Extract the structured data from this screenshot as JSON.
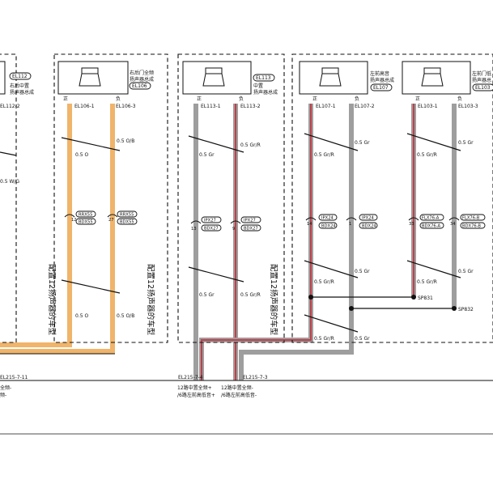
{
  "colors": {
    "orange": "#f0b46a",
    "gray": "#9e9e9e",
    "red": "#c0404a",
    "black": "#111111"
  },
  "modules": {
    "el112": {
      "tag": "EL112",
      "name_line1": "右后中置",
      "name_line2": "扬声器总成",
      "pin": "EL112-2"
    },
    "el106": {
      "tag": "EL106",
      "name_line1": "右后门全频",
      "name_line2": "扬声器总成",
      "pos": "正",
      "neg": "负",
      "pin_left": "EL106-1",
      "pin_right": "EL106-3"
    },
    "el113": {
      "tag": "EL113",
      "name_line1": "中置",
      "name_line2": "扬声器总成",
      "pos": "正",
      "neg": "负",
      "pin_left": "EL113-1",
      "pin_right": "EL113-2"
    },
    "el107": {
      "tag": "EL107",
      "name_line1": "左前高音",
      "name_line2": "扬声器总成",
      "pos": "正",
      "neg": "负",
      "pin_left": "EL107-1",
      "pin_right": "EL107-2"
    },
    "el103": {
      "tag": "EL103",
      "name_line1": "左前门低",
      "name_line2": "扬声器总",
      "pos": "正",
      "neg": "负",
      "pin_left": "EL103-1",
      "pin_right": "EL103-3"
    }
  },
  "wire_labels": {
    "el112_mid": "0.5 W/G",
    "el106_right_top": "0.5 O/B",
    "el106_left_top": "0.5 O",
    "el106_left_bottom": "0.5 O",
    "el106_right_bottom": "0.5 O/B",
    "el113_left_top": "0.5 Gr",
    "el113_right_top": "0.5 Gr/R",
    "el113_left_bottom": "0.5 Gr",
    "el113_right_bottom": "0.5 Gr/R",
    "el107_left_top": "0.5 Gr/R",
    "el107_right_top": "0.5 Gr",
    "el107_left_mid": "0.5 Gr/R",
    "el107_right_mid": "0.5 Gr",
    "el107_left_bottom": "0.5 Gr/R",
    "el107_right_bottom": "0.5 Gr",
    "el103_left_top": "0.5 Gr/R",
    "el103_right_top": "0.5 Gr",
    "el103_left_mid": "0.5 Gr/R",
    "el103_right_mid": "0.5 Gr"
  },
  "connectors": {
    "rrx55": "RRX55",
    "bdx55": "BDX55",
    "pin_12": "12",
    "pin_27": "27",
    "ipx27": "IPX27",
    "bdx27": "BDX27",
    "pin_13": "13",
    "pin_9": "9",
    "ipx24": "IPX24",
    "bdx24": "BDX24",
    "pin_14": "14",
    "pin_1": "1",
    "flx76a": "FLX76-A",
    "flx76b": "FLX76-B",
    "bdx76a": "BDX76-A",
    "bdx76b": "BDX76-B",
    "pin_33": "33",
    "pin_34": "34"
  },
  "splices": {
    "sp831": "SP831",
    "sp832": "SP832"
  },
  "vertical_notes": {
    "note1": "配置12扬声器的车型",
    "note2": "配置12扬声器的车型",
    "note3": "配置12扬声器的车型"
  },
  "bottom_pins": {
    "p1": "EL215-7-11",
    "p2": "EL215-7-4",
    "p3": "EL215-7-3"
  },
  "bottom_notes": {
    "left_l1": "全频-",
    "left_l2": "频-",
    "mid_l1": "12路中置全频+",
    "mid_l2": "/6路左前高低音+",
    "right_l1": "12路中置全频-",
    "right_l2": "/6路左前高低音-"
  }
}
